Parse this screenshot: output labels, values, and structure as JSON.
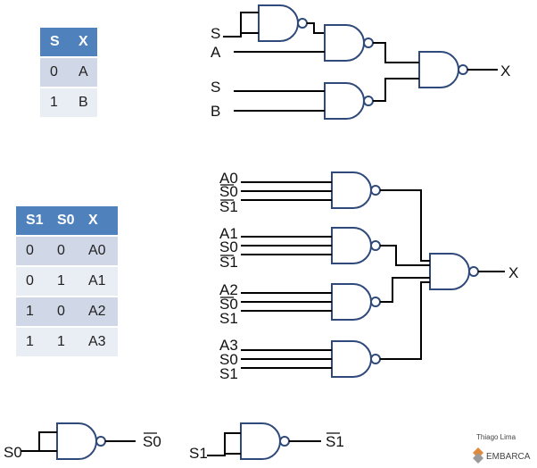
{
  "truth_table_1": {
    "headers": [
      "S",
      "X"
    ],
    "rows": [
      [
        "0",
        "A"
      ],
      [
        "1",
        "B"
      ]
    ]
  },
  "truth_table_2": {
    "headers": [
      "S1",
      "S0",
      "X"
    ],
    "rows": [
      [
        "0",
        "0",
        "A0"
      ],
      [
        "0",
        "1",
        "A1"
      ],
      [
        "1",
        "0",
        "A2"
      ],
      [
        "1",
        "1",
        "A3"
      ]
    ]
  },
  "mux2": {
    "inputs": {
      "select_top": "S",
      "data_a": "A",
      "select_mid": "S",
      "data_b": "B"
    },
    "output": "X"
  },
  "mux4": {
    "groups": [
      {
        "data": "A0",
        "sel0": "S0",
        "sel1": "S1",
        "sel0_inverted": true,
        "sel1_inverted": true
      },
      {
        "data": "A1",
        "sel0": "S0",
        "sel1": "S1",
        "sel0_inverted": false,
        "sel1_inverted": true
      },
      {
        "data": "A2",
        "sel0": "S0",
        "sel1": "S1",
        "sel0_inverted": true,
        "sel1_inverted": false
      },
      {
        "data": "A3",
        "sel0": "S0",
        "sel1": "S1",
        "sel0_inverted": false,
        "sel1_inverted": false
      }
    ],
    "output": "X"
  },
  "inverters": [
    {
      "input": "S0",
      "output": "S0"
    },
    {
      "input": "S1",
      "output": "S1"
    }
  ],
  "credit": {
    "author": "Thiago Lima",
    "logo_text": "EMBARCA"
  },
  "colors": {
    "gate_stroke": "#2f4a7a",
    "wire": "#000000",
    "table_header": "#4f81bd",
    "table_row_dark": "#d0d8e8",
    "table_row_light": "#e9edf4"
  }
}
